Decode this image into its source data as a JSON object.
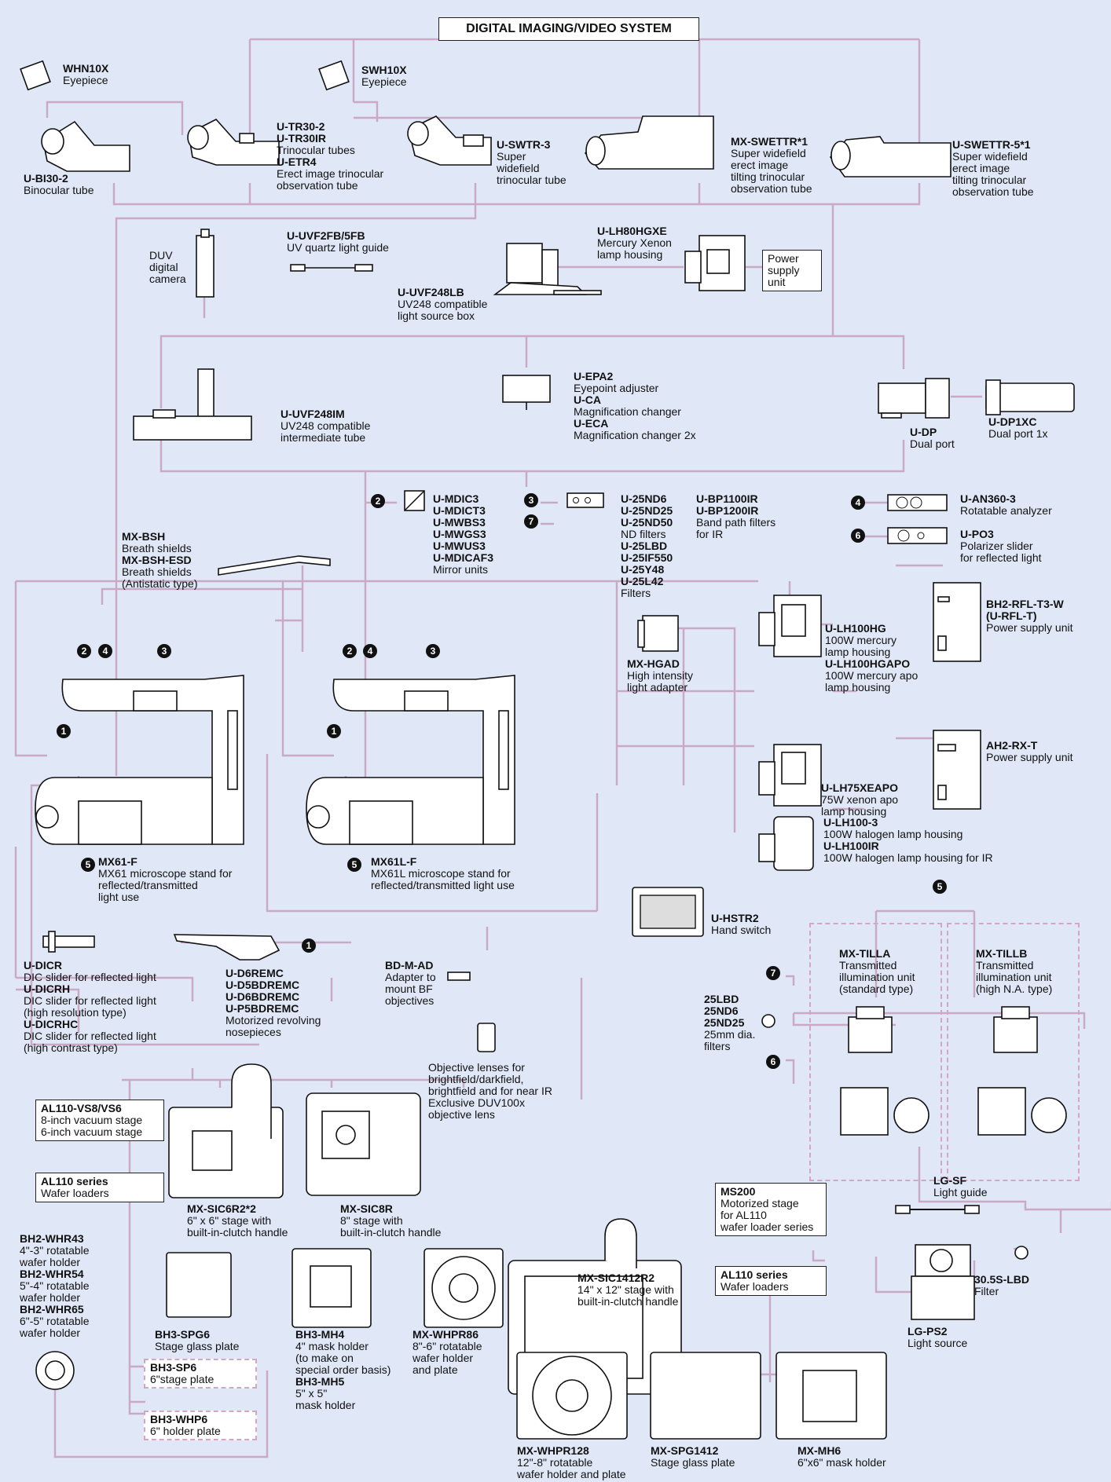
{
  "title": "DIGITAL IMAGING/VIDEO SYSTEM",
  "components": {
    "whn10x": {
      "name": "WHN10X",
      "desc": "Eyepiece"
    },
    "swh10x": {
      "name": "SWH10X",
      "desc": "Eyepiece"
    },
    "ubi30": {
      "name": "U-BI30-2",
      "desc": "Binocular tube"
    },
    "utr30": {
      "lines": [
        "U-TR30-2",
        "U-TR30IR"
      ],
      "desc": "Trinocular tubes",
      "name2": "U-ETR4",
      "desc2": "Erect image trinocular",
      "desc3": "observation tube"
    },
    "uswtr": {
      "name": "U-SWTR-3",
      "desc": [
        "Super",
        "widefield",
        "trinocular tube"
      ]
    },
    "mxswettr": {
      "name": "MX-SWETTR*1",
      "desc": [
        "Super widefield",
        "erect image",
        "tilting trinocular",
        "observation tube"
      ]
    },
    "uswettr": {
      "name": "U-SWETTR-5*1",
      "desc": [
        "Super widefield",
        "erect image",
        "tilting trinocular",
        "observation tube"
      ]
    },
    "duv": {
      "desc": [
        "DUV",
        "digital",
        "camera"
      ]
    },
    "uuvf2fb": {
      "name": "U-UVF2FB/5FB",
      "desc": "UV quartz light guide"
    },
    "uuvf248lb": {
      "name": "U-UVF248LB",
      "desc": [
        "UV248 compatible",
        "light source box"
      ]
    },
    "ulh80": {
      "name": "U-LH80HGXE",
      "desc": [
        "Mercury Xenon",
        "lamp housing"
      ]
    },
    "psu": {
      "desc": [
        "Power",
        "supply",
        "unit"
      ]
    },
    "uuvf248im": {
      "name": "U-UVF248IM",
      "desc": [
        "UV248 compatible",
        "intermediate tube"
      ]
    },
    "uepa2": {
      "name": "U-EPA2",
      "desc": "Eyepoint adjuster",
      "name2": "U-CA",
      "desc2": "Magnification changer",
      "name3": "U-ECA",
      "desc3": "Magnification changer 2x"
    },
    "udp": {
      "name": "U-DP",
      "desc": "Dual port"
    },
    "udp1xc": {
      "name": "U-DP1XC",
      "desc": "Dual port 1x"
    },
    "mirrors": {
      "names": [
        "U-MDIC3",
        "U-MDICT3",
        "U-MWBS3",
        "U-MWGS3",
        "U-MWUS3",
        "U-MDICAF3"
      ],
      "desc": "Mirror units"
    },
    "ndfilters": {
      "names": [
        "U-25ND6",
        "U-25ND25",
        "U-25ND50"
      ],
      "desc": "ND filters",
      "names2": [
        "U-25LBD",
        "U-25IF550",
        "U-25Y48",
        "U-25L42"
      ],
      "desc2": "Filters"
    },
    "bpfilters": {
      "names": [
        "U-BP1100IR",
        "U-BP1200IR"
      ],
      "desc": [
        "Band path filters",
        "for IR"
      ]
    },
    "uan360": {
      "name": "U-AN360-3",
      "desc": "Rotatable analyzer"
    },
    "upo3": {
      "name": "U-PO3",
      "desc": [
        "Polarizer slider",
        "for reflected light"
      ]
    },
    "mxbsh": {
      "name": "MX-BSH",
      "desc": "Breath shields",
      "name2": "MX-BSH-ESD",
      "desc2": [
        "Breath shields",
        "(Antistatic type)"
      ]
    },
    "mxhgad": {
      "name": "MX-HGAD",
      "desc": [
        "High intensity",
        "light adapter"
      ]
    },
    "ulh100hg": {
      "name": "U-LH100HG",
      "desc": [
        "100W mercury",
        "lamp housing"
      ],
      "name2": "U-LH100HGAPO",
      "desc2": [
        "100W mercury apo",
        "lamp housing"
      ]
    },
    "bh2rfl": {
      "names": [
        "BH2-RFL-T3-W",
        "(U-RFL-T)"
      ],
      "desc": "Power supply unit"
    },
    "ulh75": {
      "name": "U-LH75XEAPO",
      "desc": [
        "75W xenon apo",
        "lamp housing"
      ]
    },
    "ah2rx": {
      "name": "AH2-RX-T",
      "desc": "Power supply unit"
    },
    "ulh100_3": {
      "name": "U-LH100-3",
      "desc": "100W halogen lamp housing",
      "name2": "U-LH100IR",
      "desc2": "100W halogen lamp housing for IR"
    },
    "mx61f": {
      "name": "MX61-F",
      "desc": [
        "MX61 microscope stand for",
        "reflected/transmitted",
        "light use"
      ]
    },
    "mx61lf": {
      "name": "MX61L-F",
      "desc": [
        "MX61L microscope stand for",
        "reflected/transmitted light use"
      ]
    },
    "uhstr2": {
      "name": "U-HSTR2",
      "desc": "Hand switch"
    },
    "udicr": {
      "name": "U-DICR",
      "desc": "DIC slider for reflected light",
      "name2": "U-DICRH",
      "desc2": [
        "DIC slider for reflected light",
        "(high resolution type)"
      ],
      "name3": "U-DICRHC",
      "desc3": [
        "DIC slider for reflected light",
        "(high contrast type)"
      ]
    },
    "ud6remc": {
      "names": [
        "U-D6REMC",
        "U-D5BDREMC",
        "U-D6BDREMC",
        "U-P5BDREMC"
      ],
      "desc": [
        "Motorized revolving",
        "nosepieces"
      ]
    },
    "bdmad": {
      "name": "BD-M-AD",
      "desc": [
        "Adapter to",
        "mount BF",
        "objectives"
      ]
    },
    "objectives": {
      "desc": [
        "Objective lenses for",
        "brightfield/darkfield,",
        "brightfield and for near IR",
        "Exclusive DUV100x",
        "objective lens"
      ]
    },
    "mxtilla": {
      "name": "MX-TILLA",
      "desc": [
        "Transmitted",
        "illumination unit",
        "(standard type)"
      ]
    },
    "mxtillb": {
      "name": "MX-TILLB",
      "desc": [
        "Transmitted",
        "illumination unit",
        "(high N.A. type)"
      ]
    },
    "filters25": {
      "names": [
        "25LBD",
        "25ND6",
        "25ND25"
      ],
      "desc": [
        "25mm dia.",
        "filters"
      ]
    },
    "al110vs": {
      "name": "AL110-VS8/VS6",
      "desc": [
        "8-inch vacuum stage",
        "6-inch vacuum stage"
      ]
    },
    "al110a": {
      "name": "AL110 series",
      "desc": "Wafer loaders"
    },
    "mxsic6r2": {
      "name": "MX-SIC6R2*2",
      "desc": [
        "6\" x 6\" stage with",
        "built-in-clutch handle"
      ]
    },
    "mxsic8r": {
      "name": "MX-SIC8R",
      "desc": [
        "8\" stage with",
        "built-in-clutch handle"
      ]
    },
    "mxsic1412": {
      "name": "MX-SIC1412R2",
      "desc": [
        "14\" x 12\" stage with",
        "built-in-clutch handle"
      ]
    },
    "ms200": {
      "name": "MS200",
      "desc": [
        "Motorized stage",
        "for AL110",
        "wafer loader series"
      ]
    },
    "al110b": {
      "name": "AL110 series",
      "desc": "Wafer loaders"
    },
    "lgsf": {
      "name": "LG-SF",
      "desc": "Light guide"
    },
    "lgps2": {
      "name": "LG-PS2",
      "desc": "Light source"
    },
    "lbdfilter": {
      "name": "30.5S-LBD",
      "desc": "Filter"
    },
    "bh2whr": {
      "name": "BH2-WHR43",
      "desc": [
        "4\"-3\" rotatable",
        "wafer holder"
      ],
      "name2": "BH2-WHR54",
      "desc2": [
        "5\"-4\" rotatable",
        "wafer holder"
      ],
      "name3": "BH2-WHR65",
      "desc3": [
        "6\"-5\" rotatable",
        "wafer holder"
      ]
    },
    "bh3spg6": {
      "name": "BH3-SPG6",
      "desc": "Stage glass plate"
    },
    "bh3sp6": {
      "name": "BH3-SP6",
      "desc": "6\"stage plate"
    },
    "bh3whp6": {
      "name": "BH3-WHP6",
      "desc": "6\" holder plate"
    },
    "bh3mh4": {
      "name": "BH3-MH4",
      "desc": [
        "4\" mask holder",
        "(to make on",
        "special order basis)"
      ],
      "name2": "BH3-MH5",
      "desc2": [
        "5\" x 5\"",
        "mask holder"
      ]
    },
    "mxwhpr86": {
      "name": "MX-WHPR86",
      "desc": [
        "8\"-6\" rotatable",
        "wafer holder",
        "and plate"
      ]
    },
    "mxwhpr128": {
      "name": "MX-WHPR128",
      "desc": [
        "12\"-8\" rotatable",
        "wafer holder and plate"
      ]
    },
    "mxspg1412": {
      "name": "MX-SPG1412",
      "desc": "Stage glass plate"
    },
    "mxmh6": {
      "name": "MX-MH6",
      "desc": "6\"x6\" mask holder"
    }
  },
  "markers": [
    "1",
    "2",
    "3",
    "4",
    "5",
    "6",
    "7"
  ],
  "colors": {
    "background": "#e0e7f6",
    "connector": "#c9a9c4",
    "dashed_group": "#d4a6c4",
    "text": "#111111"
  }
}
